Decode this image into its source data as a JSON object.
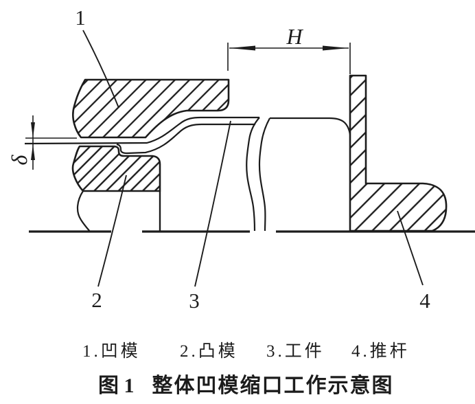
{
  "diagram": {
    "callouts": {
      "die": "1",
      "punch": "2",
      "workpiece": "3",
      "pushrod": "4"
    },
    "dimensions": {
      "die_height": "H",
      "clearance": "δ"
    },
    "legend": {
      "items": [
        {
          "text": "1.凹模"
        },
        {
          "text": "2.凸模"
        },
        {
          "text": "3.工件"
        },
        {
          "text": "4.推杆"
        }
      ]
    },
    "caption": {
      "fig_no": "图 1",
      "title": "整体凹模缩口工作示意图"
    }
  },
  "colors": {
    "ink": "#1c1c1c",
    "background": "#ffffff"
  }
}
